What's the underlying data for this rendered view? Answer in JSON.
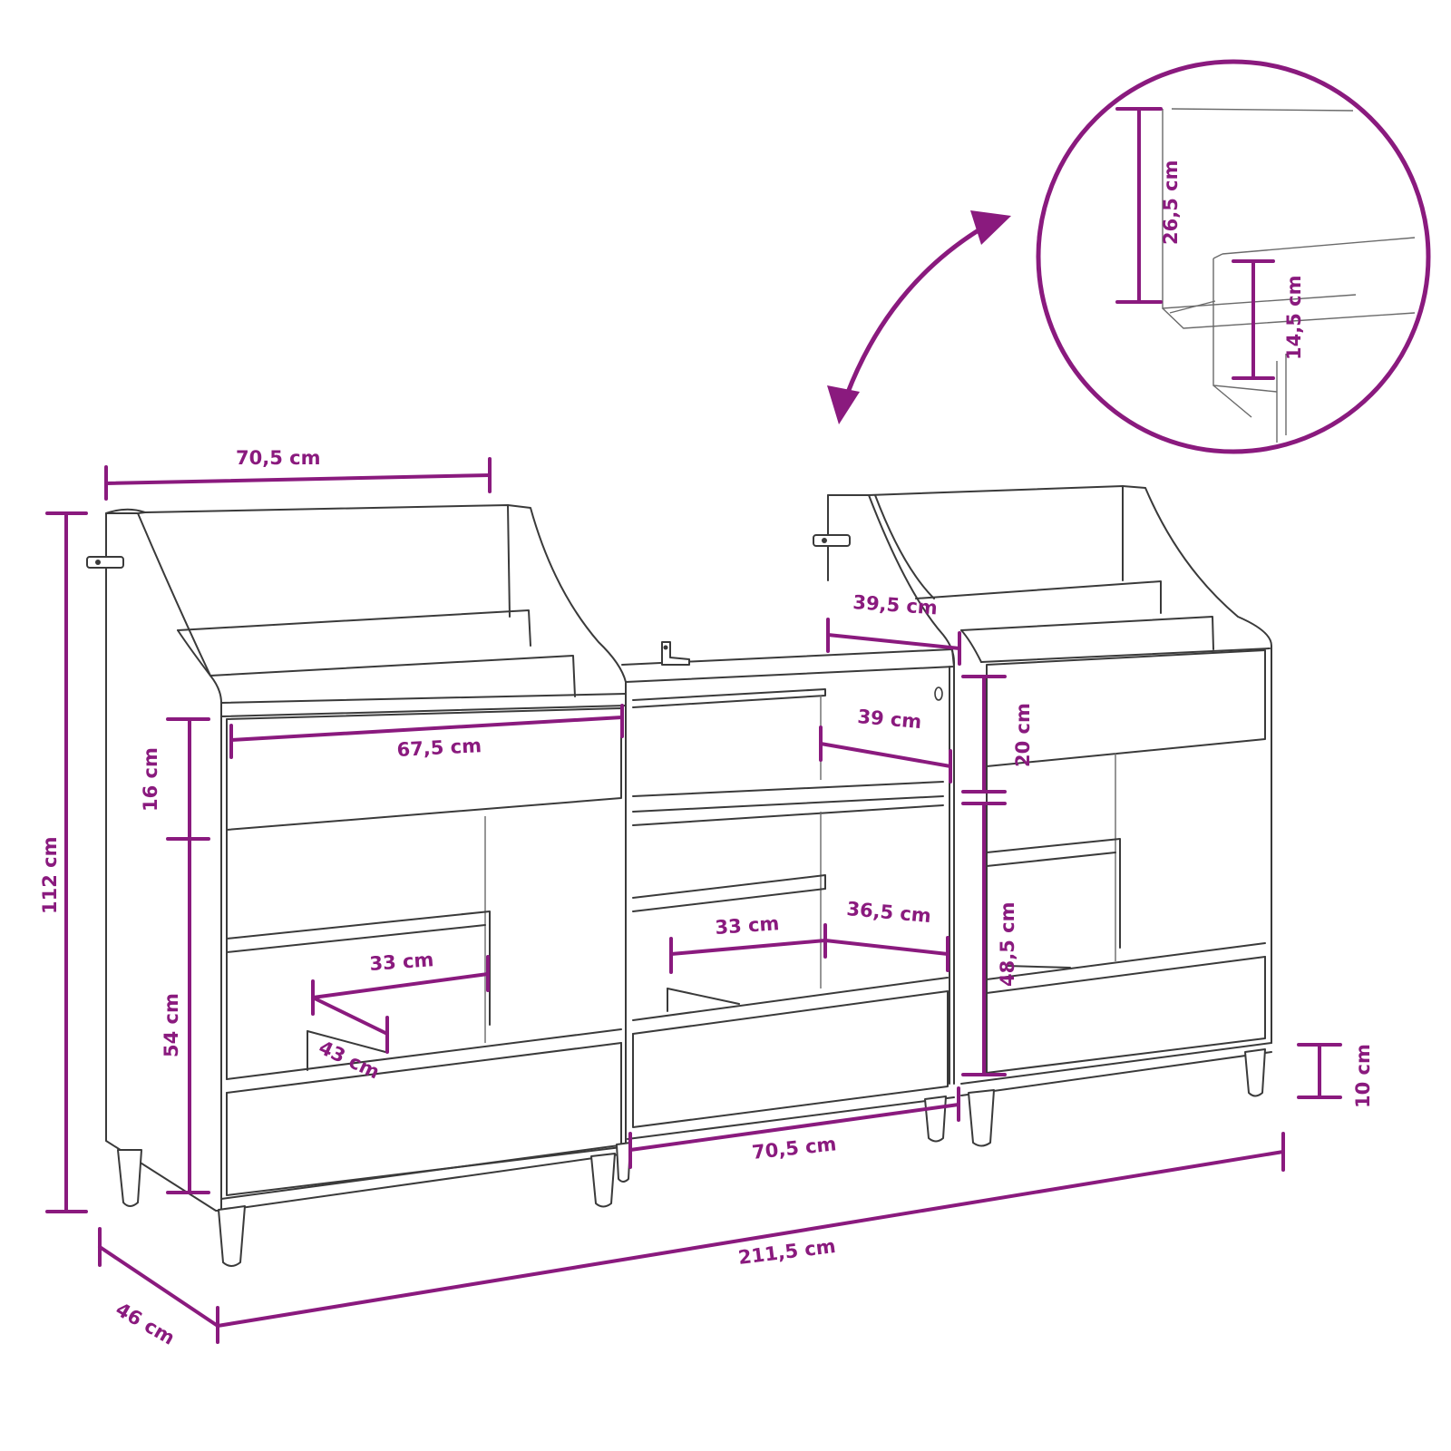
{
  "colors": {
    "dimension": "#8a1a7e",
    "line": "#3a3a3a"
  },
  "dimensions": {
    "top_width_left": "70,5 cm",
    "total_height": "112 cm",
    "drawer_height": "16 cm",
    "lower_height": "54 cm",
    "inner_width_left": "67,5 cm",
    "shelf_width_left": "33 cm",
    "shelf_depth_left": "43 cm",
    "depth": "46 cm",
    "total_width": "211,5 cm",
    "middle_width": "70,5 cm",
    "middle_shelf_width": "33 cm",
    "middle_shelf_depth": "36,5 cm",
    "middle_top_depth": "39 cm",
    "right_top_depth": "39,5 cm",
    "right_drawer_height": "20 cm",
    "right_lower_height": "48,5 cm",
    "leg_height": "10 cm",
    "detail_upper_height": "26,5 cm",
    "detail_lower_height": "14,5 cm"
  }
}
